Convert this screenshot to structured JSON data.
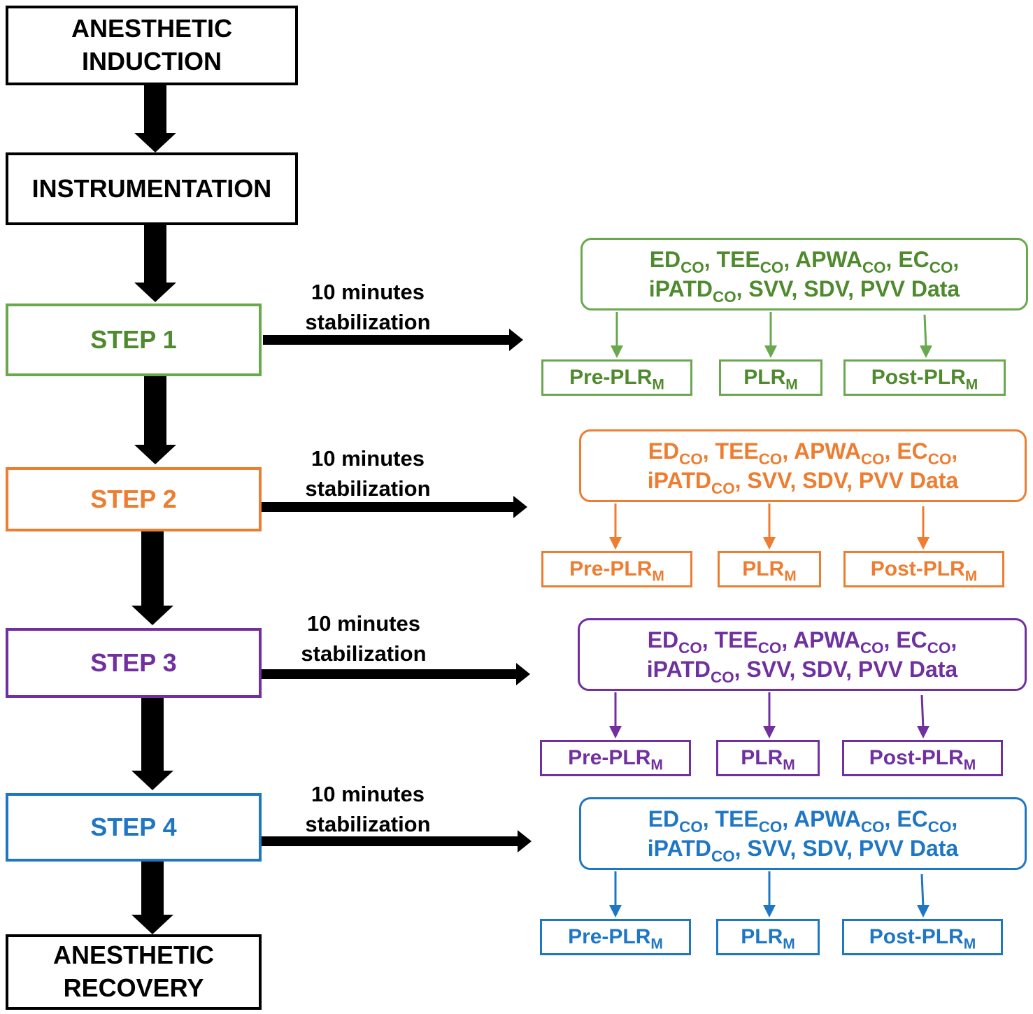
{
  "main_boxes": {
    "induction": "ANESTHETIC INDUCTION",
    "instrumentation": "INSTRUMENTATION",
    "recovery": "ANESTHETIC RECOVERY"
  },
  "colors": {
    "step1": "#6aa84f",
    "step1_text": "#4f8a2e",
    "step2": "#ed7d31",
    "step3": "#7030a0",
    "step4": "#1f77c4",
    "arrow": "#000000"
  },
  "steps": [
    {
      "label": "STEP 1",
      "stabilization": [
        "10 minutes",
        "stabilization"
      ],
      "data_line1": [
        [
          "ED",
          "CO",
          ", "
        ],
        [
          "TEE",
          "CO",
          ", "
        ],
        [
          "APWA",
          "CO",
          ", "
        ],
        [
          "EC",
          "CO",
          ","
        ]
      ],
      "data_line2": [
        [
          "iPATD",
          "CO",
          ", SVV, SDV, PVV Data"
        ]
      ],
      "measurements": [
        [
          "Pre-PLR",
          "M"
        ],
        [
          "PLR",
          "M"
        ],
        [
          "Post-PLR",
          "M"
        ]
      ]
    },
    {
      "label": "STEP 2",
      "stabilization": [
        "10 minutes",
        "stabilization"
      ],
      "data_line1": [
        [
          "ED",
          "CO",
          ", "
        ],
        [
          "TEE",
          "CO",
          ", "
        ],
        [
          "APWA",
          "CO",
          ", "
        ],
        [
          "EC",
          "CO",
          ","
        ]
      ],
      "data_line2": [
        [
          "iPATD",
          "CO",
          ", SVV, SDV, PVV Data"
        ]
      ],
      "measurements": [
        [
          "Pre-PLR",
          "M"
        ],
        [
          "PLR",
          "M"
        ],
        [
          "Post-PLR",
          "M"
        ]
      ]
    },
    {
      "label": "STEP 3",
      "stabilization": [
        "10 minutes",
        "stabilization"
      ],
      "data_line1": [
        [
          "ED",
          "CO",
          ", "
        ],
        [
          "TEE",
          "CO",
          ", "
        ],
        [
          "APWA",
          "CO",
          ", "
        ],
        [
          "EC",
          "CO",
          ","
        ]
      ],
      "data_line2": [
        [
          "iPATD",
          "CO",
          ", SVV, SDV, PVV Data"
        ]
      ],
      "measurements": [
        [
          "Pre-PLR",
          "M"
        ],
        [
          "PLR",
          "M"
        ],
        [
          "Post-PLR",
          "M"
        ]
      ]
    },
    {
      "label": "STEP 4",
      "stabilization": [
        "10 minutes",
        "stabilization"
      ],
      "data_line1": [
        [
          "ED",
          "CO",
          ", "
        ],
        [
          "TEE",
          "CO",
          ", "
        ],
        [
          "APWA",
          "CO",
          ", "
        ],
        [
          "EC",
          "CO",
          ","
        ]
      ],
      "data_line2": [
        [
          "iPATD",
          "CO",
          ", SVV, SDV, PVV Data"
        ]
      ],
      "measurements": [
        [
          "Pre-PLR",
          "M"
        ],
        [
          "PLR",
          "M"
        ],
        [
          "Post-PLR",
          "M"
        ]
      ]
    }
  ]
}
